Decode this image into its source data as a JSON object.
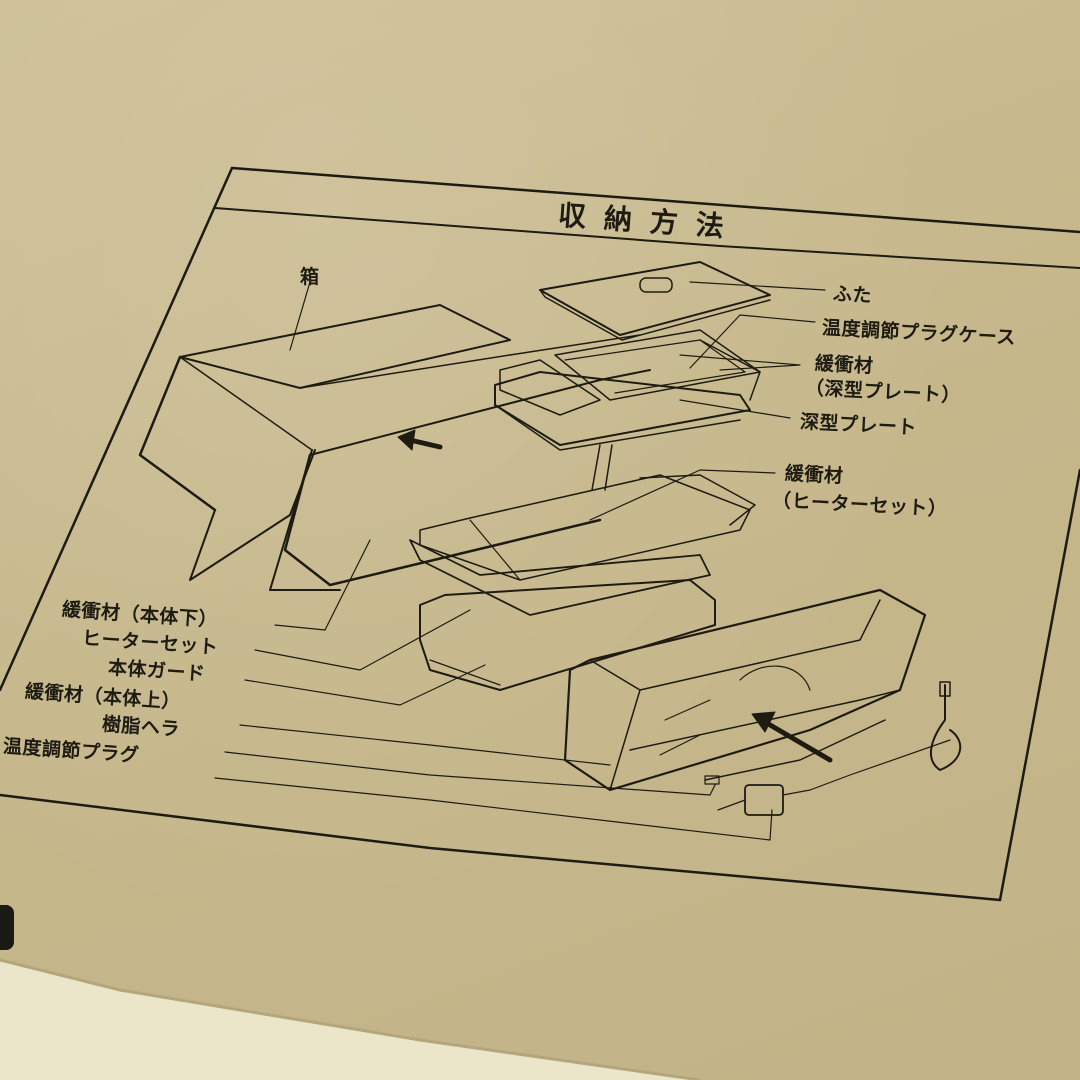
{
  "scene": {
    "description": "Photo of cardboard box printed with storage instructions diagram",
    "colors": {
      "cardboard": "#c8b98e",
      "ink": "#1e1c12",
      "flap_light": "#ece6cc"
    }
  },
  "diagram": {
    "title": "収納方法",
    "labels_right": [
      {
        "id": "lid",
        "text": "ふた"
      },
      {
        "id": "plug-case",
        "text": "温度調節プラグケース"
      },
      {
        "id": "cushion-deep-plate-1",
        "text": "緩衝材"
      },
      {
        "id": "cushion-deep-plate-2",
        "text": "（深型プレート）"
      },
      {
        "id": "deep-plate",
        "text": "深型プレート"
      },
      {
        "id": "cushion-heater-1",
        "text": "緩衝材"
      },
      {
        "id": "cushion-heater-2",
        "text": "（ヒーターセット）"
      }
    ],
    "labels_left": [
      {
        "id": "cushion-body-bottom",
        "text": "緩衝材（本体下）"
      },
      {
        "id": "heater-set",
        "text": "ヒーターセット"
      },
      {
        "id": "body-guard",
        "text": "本体ガード"
      },
      {
        "id": "cushion-body-top",
        "text": "緩衝材（本体上）"
      },
      {
        "id": "resin-spatula",
        "text": "樹脂ヘラ"
      },
      {
        "id": "temp-plug",
        "text": "温度調節プラグ"
      }
    ],
    "box_label": "箱"
  }
}
